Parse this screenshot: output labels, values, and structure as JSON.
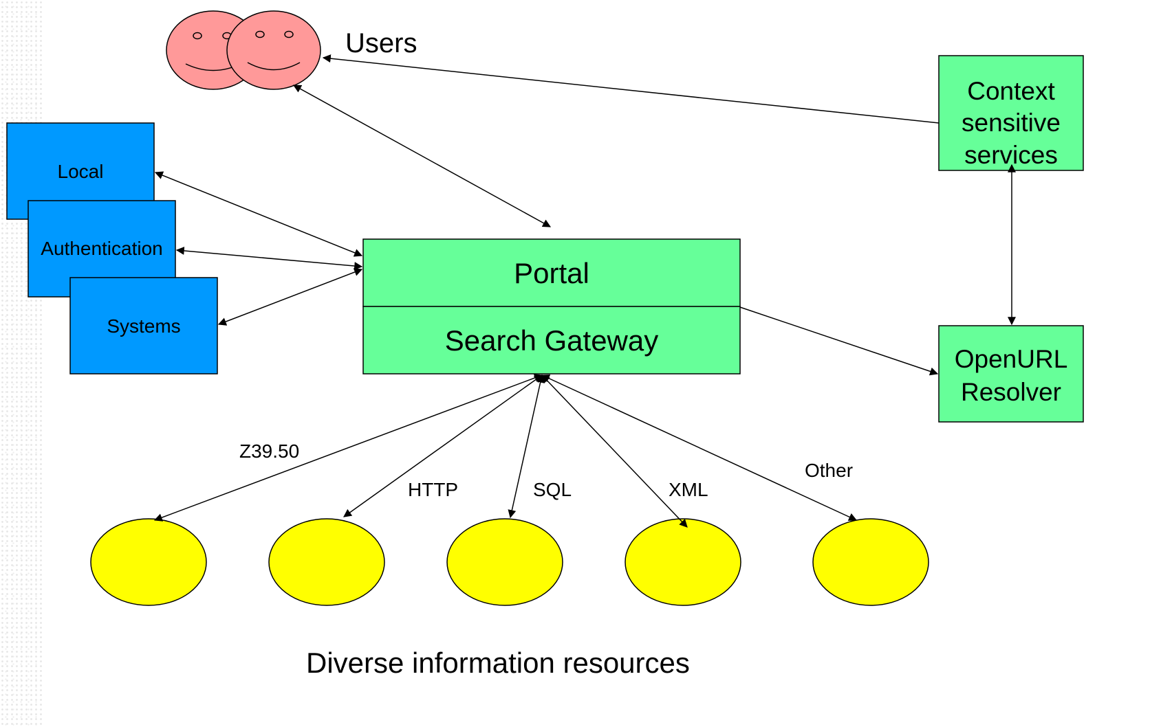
{
  "users": {
    "label": "Users"
  },
  "auth_systems": {
    "local": "Local",
    "authentication": "Authentication",
    "systems": "Systems"
  },
  "portal": {
    "portal_label": "Portal",
    "gateway_label": "Search Gateway"
  },
  "context_services": {
    "line1": "Context",
    "line2": "sensitive",
    "line3": "services"
  },
  "resolver": {
    "line1": "OpenURL",
    "line2": "Resolver"
  },
  "protocols": {
    "z3950": "Z39.50",
    "http": "HTTP",
    "sql": "SQL",
    "xml": "XML",
    "other": "Other"
  },
  "resources": {
    "caption": "Diverse information resources"
  },
  "colors": {
    "face": "#FF9999",
    "auth_box": "#0099FF",
    "green_box": "#66FF99",
    "resource": "#FFFF00"
  }
}
